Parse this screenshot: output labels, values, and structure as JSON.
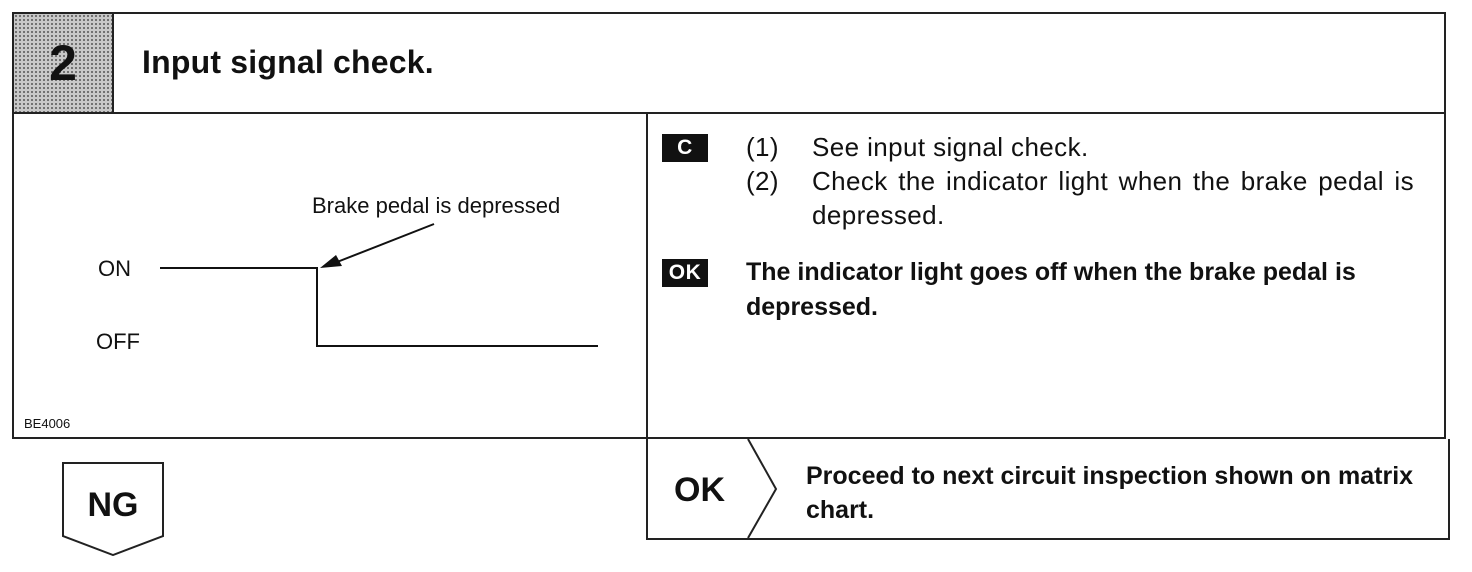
{
  "header": {
    "step_number": "2",
    "title": "Input signal check."
  },
  "diagram": {
    "annotation": "Brake pedal is depressed",
    "on_label": "ON",
    "off_label": "OFF",
    "figure_id": "BE4006"
  },
  "instructions": {
    "badge_c": "C",
    "step1_number": "(1)",
    "step1_text": "See input signal check.",
    "step2_number": "(2)",
    "step2_text": "Check the indicator light when the brake pedal is depressed.",
    "badge_ok": "OK",
    "ok_result": "The indicator light goes off when the brake pedal is depressed."
  },
  "outcomes": {
    "ng_label": "NG",
    "ok_label": "OK",
    "ok_action": "Proceed to next circuit inspection shown on matrix chart."
  }
}
